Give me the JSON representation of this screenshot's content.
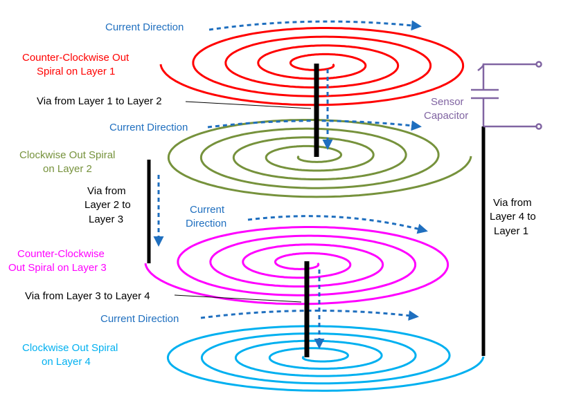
{
  "colors": {
    "layer1": "#ff0000",
    "layer2": "#76923c",
    "layer3": "#ff00ff",
    "layer4": "#00b0f0",
    "current": "#1f6fbf",
    "sensor": "#8064a2",
    "via": "#000000",
    "text": "#000000"
  },
  "labels": {
    "current_direction_1": "Current Direction",
    "layer1_line1": "Counter-Clockwise Out",
    "layer1_line2": "Spiral on Layer 1",
    "via_1_2": "Via from Layer 1 to Layer 2",
    "current_direction_2": "Current Direction",
    "layer2_line1": "Clockwise Out Spiral",
    "layer2_line2": "on Layer 2",
    "via_2_3_line1": "Via from",
    "via_2_3_line2": "Layer 2 to",
    "via_2_3_line3": "Layer 3",
    "current_direction_3_line1": "Current",
    "current_direction_3_line2": "Direction",
    "layer3_line1": "Counter-Clockwise",
    "layer3_line2": "Out Spiral on Layer 3",
    "via_3_4": "Via from Layer 3 to Layer 4",
    "current_direction_4": "Current Direction",
    "layer4_line1": "Clockwise Out Spiral",
    "layer4_line2": "on Layer 4",
    "sensor_line1": "Sensor",
    "sensor_line2": "Capacitor",
    "via_4_1_line1": "Via from",
    "via_4_1_line2": "Layer 4 to",
    "via_4_1_line3": "Layer 1"
  }
}
